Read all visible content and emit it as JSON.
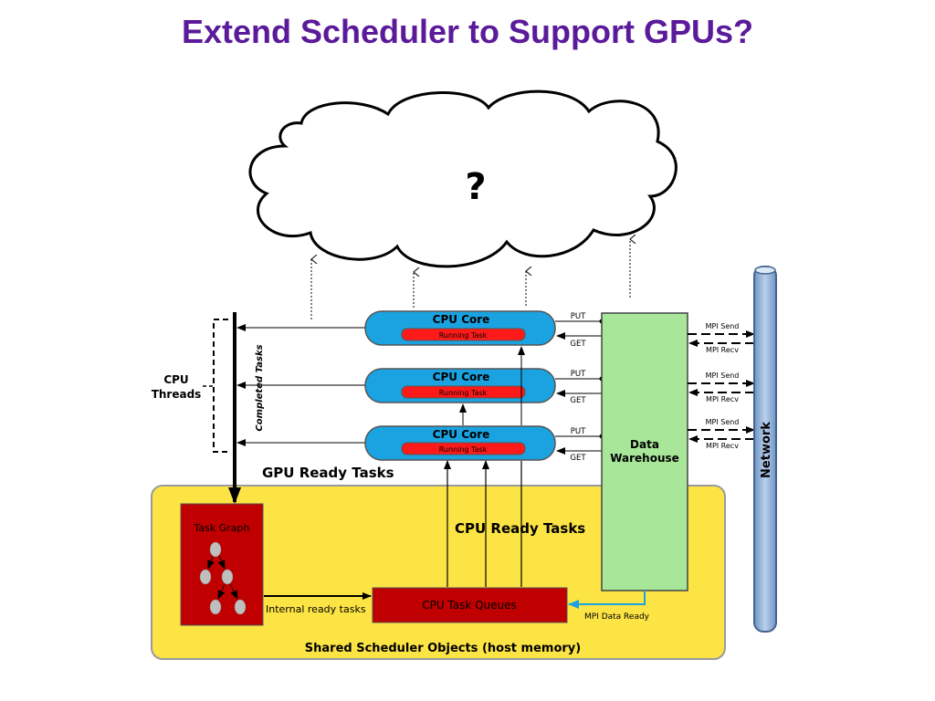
{
  "title": "Extend Scheduler to Support GPUs?",
  "cloud": {
    "text": "?"
  },
  "cpu_threads": {
    "label_line1": "CPU",
    "label_line2": "Threads"
  },
  "completed_tasks": "Completed Tasks",
  "cpu_cores": [
    {
      "label": "CPU Core",
      "task": "Running Task",
      "put": "PUT",
      "get": "GET"
    },
    {
      "label": "CPU Core",
      "task": "Running Task",
      "put": "PUT",
      "get": "GET"
    },
    {
      "label": "CPU Core",
      "task": "Running Task",
      "put": "PUT",
      "get": "GET"
    }
  ],
  "data_warehouse": {
    "line1": "Data",
    "line2": "Warehouse"
  },
  "mpi_links": [
    {
      "send": "MPI Send",
      "recv": "MPI Recv"
    },
    {
      "send": "MPI Send",
      "recv": "MPI Recv"
    },
    {
      "send": "MPI Send",
      "recv": "MPI Recv"
    }
  ],
  "network": "Network",
  "gpu_ready_tasks": "GPU Ready Tasks",
  "cpu_ready_tasks": "CPU Ready Tasks",
  "task_graph": "Task Graph",
  "internal_ready_tasks": "Internal ready tasks",
  "cpu_task_queues": "CPU Task Queues",
  "mpi_data_ready": "MPI Data Ready",
  "shared_objects": "Shared Scheduler Objects (host memory)",
  "colors": {
    "title": "#5b1a9a",
    "shared_area": "#fde445",
    "core_fill": "#1aa3e0",
    "running_task": "#ff1a1a",
    "warehouse": "#a8e69a",
    "task_graph": "#c00000",
    "queues": "#c00000",
    "network": "#8fb2d8",
    "mpi_data_ready_arrow": "#1aa3e0"
  }
}
